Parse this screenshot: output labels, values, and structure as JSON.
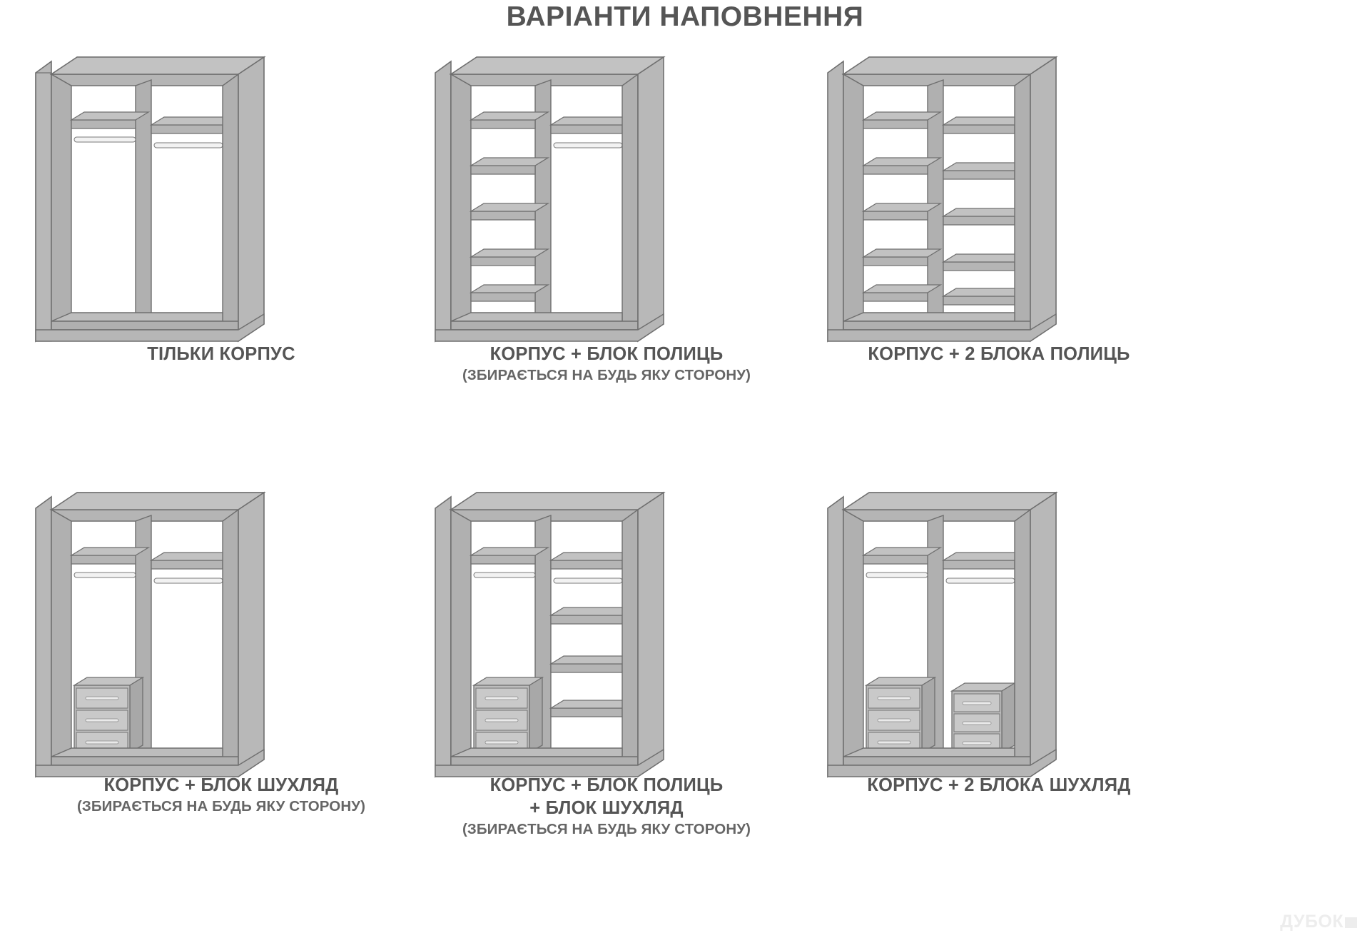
{
  "page": {
    "title": "ВАРІАНТИ НАПОВНЕННЯ",
    "background_color": "#ffffff",
    "text_color": "#555555",
    "panel_color": "#b0b0b0",
    "panel_shade_color": "#a3a3a3",
    "panel_light_color": "#c2c2c2",
    "outline_color": "#6f6f6f",
    "interior_color": "#ffffff",
    "rail_color": "#f2f2f2"
  },
  "watermark": {
    "text": "ДУБОК",
    "color": "#ededed"
  },
  "variants": [
    {
      "id": "only-carcass",
      "row": 1,
      "column": 1,
      "caption_lines": [
        "ТІЛЬКИ КОРПУС"
      ],
      "left_section": {
        "shelves": 1,
        "rail": true,
        "drawers": 0
      },
      "right_section": {
        "shelves": 1,
        "rail": true,
        "drawers": 0
      }
    },
    {
      "id": "carcass-plus-shelf-block",
      "row": 1,
      "column": 2,
      "caption_lines": [
        "КОРПУС + БЛОК ПОЛИЦЬ",
        "(ЗБИРАЄТЬСЯ НА БУДЬ ЯКУ СТОРОНУ)"
      ],
      "left_section": {
        "shelves": 5,
        "rail": false,
        "drawers": 0
      },
      "right_section": {
        "shelves": 1,
        "rail": true,
        "drawers": 0
      }
    },
    {
      "id": "carcass-plus-2-shelf-blocks",
      "row": 1,
      "column": 3,
      "caption_lines": [
        "КОРПУС + 2 БЛОКА ПОЛИЦЬ"
      ],
      "left_section": {
        "shelves": 5,
        "rail": false,
        "drawers": 0
      },
      "right_section": {
        "shelves": 5,
        "rail": false,
        "drawers": 0
      }
    },
    {
      "id": "carcass-plus-drawer-block",
      "row": 2,
      "column": 1,
      "caption_lines": [
        "КОРПУС + БЛОК ШУХЛЯД",
        "(ЗБИРАЄТЬСЯ НА БУДЬ ЯКУ СТОРОНУ)"
      ],
      "left_section": {
        "shelves": 1,
        "rail": true,
        "drawers": 3
      },
      "right_section": {
        "shelves": 1,
        "rail": true,
        "drawers": 0
      }
    },
    {
      "id": "carcass-plus-shelf-block-plus-drawer-block",
      "row": 2,
      "column": 2,
      "caption_lines": [
        "КОРПУС + БЛОК ПОЛИЦЬ",
        "+ БЛОК ШУХЛЯД",
        "(ЗБИРАЄТЬСЯ НА БУДЬ ЯКУ СТОРОНУ)"
      ],
      "left_section": {
        "shelves": 1,
        "rail": true,
        "drawers": 3
      },
      "right_section": {
        "shelves": 4,
        "rail": false,
        "drawers": 0
      }
    },
    {
      "id": "carcass-plus-2-drawer-blocks",
      "row": 2,
      "column": 3,
      "caption_lines": [
        "КОРПУС + 2 БЛОКА ШУХЛЯД"
      ],
      "left_section": {
        "shelves": 1,
        "rail": true,
        "drawers": 3
      },
      "right_section": {
        "shelves": 1,
        "rail": true,
        "drawers": 3
      }
    }
  ]
}
